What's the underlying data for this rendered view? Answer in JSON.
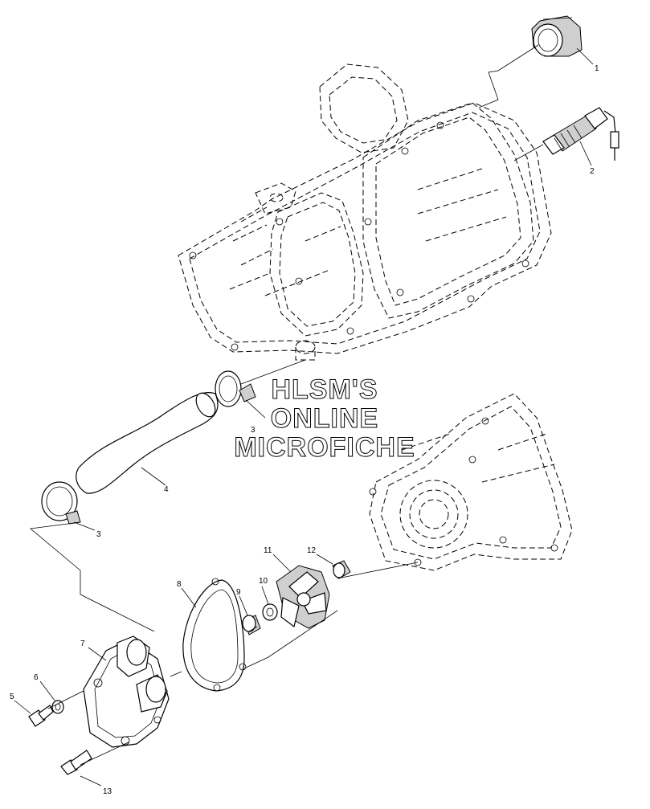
{
  "watermark": {
    "line1": "HLSM'S",
    "line2": "ONLINE",
    "line3": "MICROFICHE"
  },
  "parts": [
    {
      "id": "1"
    },
    {
      "id": "2"
    },
    {
      "id": "3a",
      "label": "3"
    },
    {
      "id": "3b",
      "label": "3"
    },
    {
      "id": "4"
    },
    {
      "id": "5"
    },
    {
      "id": "6"
    },
    {
      "id": "7"
    },
    {
      "id": "8"
    },
    {
      "id": "9"
    },
    {
      "id": "10"
    },
    {
      "id": "11"
    },
    {
      "id": "12"
    },
    {
      "id": "13"
    }
  ],
  "labels": {
    "p1": "1",
    "p2": "2",
    "p3a": "3",
    "p3b": "3",
    "p4": "4",
    "p5": "5",
    "p6": "6",
    "p7": "7",
    "p8": "8",
    "p9": "9",
    "p10": "10",
    "p11": "11",
    "p12": "12",
    "p13": "13"
  }
}
